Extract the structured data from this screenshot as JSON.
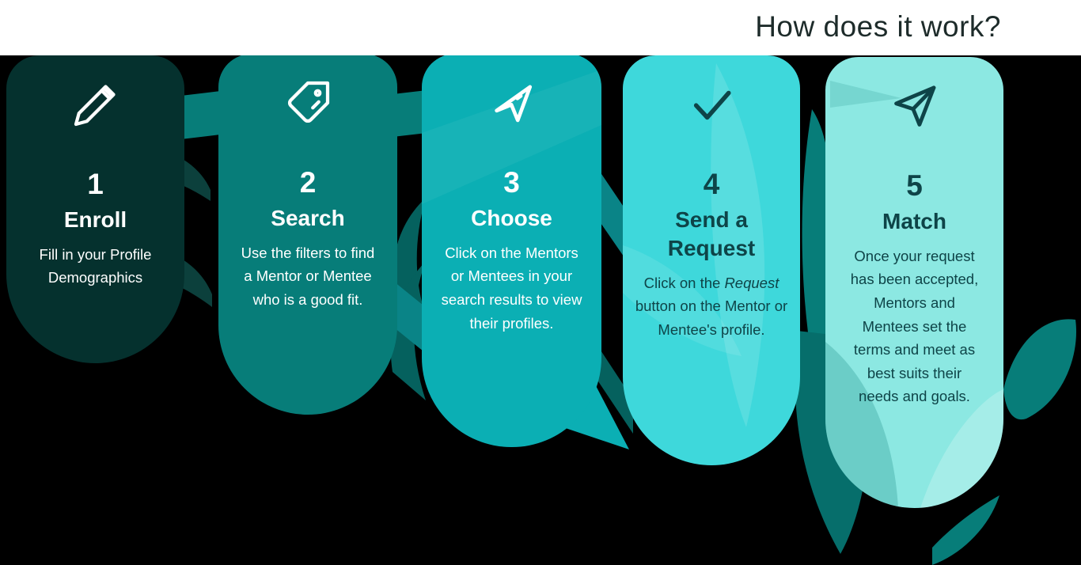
{
  "page": {
    "title": "How does it work?",
    "canvas_bg": "#000000",
    "header_bg": "#ffffff",
    "title_color": "#1d2b2a"
  },
  "steps": [
    {
      "number": "1",
      "title": "Enroll",
      "body": "Fill in your Profile Demographics",
      "icon": "pencil-icon",
      "bg": "#05312e",
      "text_color": "#ffffff"
    },
    {
      "number": "2",
      "title": "Search",
      "body": "Use the filters to find a Mentor or Mentee who is a good fit.",
      "icon": "tag-icon",
      "bg": "#077d79",
      "text_color": "#ffffff"
    },
    {
      "number": "3",
      "title": "Choose",
      "body": "Click on the Mentors or Mentees in your search results to view their profiles.",
      "icon": "cursor-arrow-icon",
      "bg": "#0bafb4",
      "text_color": "#ffffff"
    },
    {
      "number": "4",
      "title": "Send a Request",
      "body_segments": [
        {
          "text": "Click on the ",
          "italic": false
        },
        {
          "text": "Request",
          "italic": true
        },
        {
          "text": " button on the Mentor or Mentee's profile.",
          "italic": false
        }
      ],
      "icon": "check-icon",
      "bg": "#3ed8db",
      "text_color": "#0e4448"
    },
    {
      "number": "5",
      "title": "Match",
      "body": "Once your request has been accepted, Mentors and Mentees set the terms and meet as best suits their needs and goals.",
      "icon": "paper-plane-icon",
      "bg": "#8ce8e2",
      "text_color": "#0e4448"
    }
  ],
  "decor": {
    "band": "#077d79",
    "band_mid": "#0a8487",
    "swoosh_dark": "#05615e",
    "swoosh_darker": "#0c403c",
    "leaf_dark": "#066e6b"
  }
}
